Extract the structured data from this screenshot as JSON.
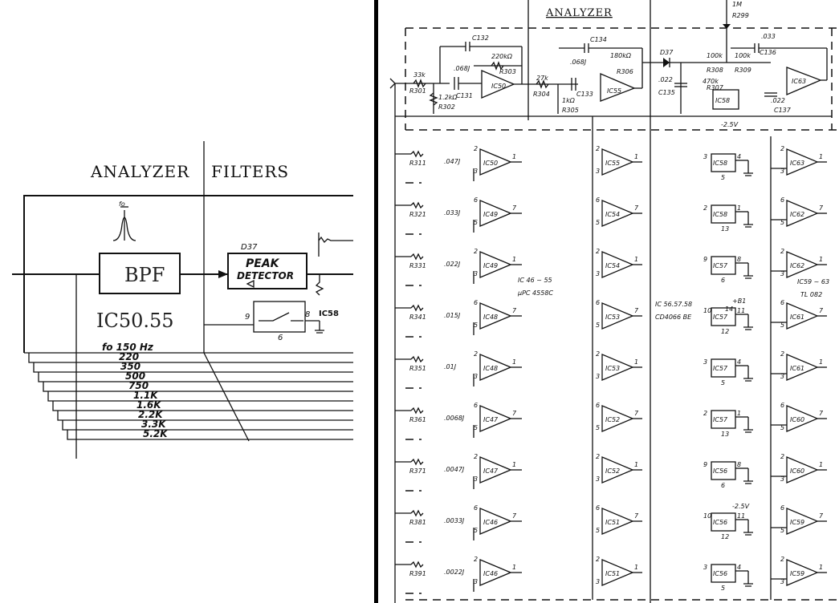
{
  "left": {
    "title_analyzer": "ANALYZER",
    "title_filters": "FILTERS",
    "fo_label": "fo",
    "bpf_label": "BPF",
    "peak_label_1": "PEAK",
    "peak_label_2": "DETECTOR",
    "d37": "D37",
    "ic_label": "IC50.55",
    "ic58": "IC58",
    "pin9": "9",
    "pin8": "8",
    "pin6": "6",
    "freqs": [
      "fo 150 Hz",
      "220",
      "350",
      "500",
      "750",
      "1.1K",
      "1.6K",
      "2.2K",
      "3.3K",
      "5.2K"
    ]
  },
  "right": {
    "title": "ANALYZER",
    "r299": "R299",
    "one_m": "1M",
    "top": {
      "c132": "C132",
      "c131": "C131",
      "r301": "R301",
      "r301v": "33k",
      "r302": "R302",
      "r302v": "1.2kΩ",
      "c131v": ".068J",
      "r303": "R303",
      "r303v": "220kΩ",
      "ic50": "IC50",
      "r304": "R304",
      "r304v": "27k",
      "r305": "R305",
      "r305v": "1kΩ",
      "c133": "C133",
      "c134": "C134",
      "c133v": ".068J",
      "r306": "R306",
      "r306v": "180kΩ",
      "ic55": "IC55",
      "d37": "D37",
      "c135": "C135",
      "c135v": ".022",
      "r307": "R307",
      "r307v": "470k",
      "r308": "R308",
      "r308v": "100k",
      "r309": "R309",
      "r309v": "100k",
      "c136": "C136",
      "c136v": ".033",
      "c137": "C137",
      "c137v": ".022",
      "ic58": "IC58",
      "ic63": "IC63",
      "neg": "-2.5V"
    },
    "rows": [
      {
        "r": "R311",
        "c": ".047J",
        "ic": "IC50",
        "p1": "2",
        "p2": "3",
        "po": "1"
      },
      {
        "r": "R321",
        "c": ".033J",
        "ic": "IC49",
        "p1": "6",
        "p2": "5",
        "po": "7"
      },
      {
        "r": "R331",
        "c": ".022J",
        "ic": "IC49",
        "p1": "2",
        "p2": "3",
        "po": "1"
      },
      {
        "r": "R341",
        "c": ".015J",
        "ic": "IC48",
        "p1": "6",
        "p2": "5",
        "po": "7"
      },
      {
        "r": "R351",
        "c": ".01J",
        "ic": "IC48",
        "p1": "2",
        "p2": "3",
        "po": "1"
      },
      {
        "r": "R361",
        "c": ".0068J",
        "ic": "IC47",
        "p1": "6",
        "p2": "5",
        "po": "7"
      },
      {
        "r": "R371",
        "c": ".0047J",
        "ic": "IC47",
        "p1": "2",
        "p2": "3",
        "po": "1"
      },
      {
        "r": "R381",
        "c": ".0033J",
        "ic": "IC46",
        "p1": "6",
        "p2": "5",
        "po": "7"
      },
      {
        "r": "R391",
        "c": ".0022J",
        "ic": "IC46",
        "p1": "2",
        "p2": "3",
        "po": "1"
      }
    ],
    "col2": [
      {
        "ic": "IC55",
        "p1": "2",
        "p2": "3",
        "po": "1"
      },
      {
        "ic": "IC54",
        "p1": "6",
        "p2": "5",
        "po": "7"
      },
      {
        "ic": "IC54",
        "p1": "2",
        "p2": "3",
        "po": "1"
      },
      {
        "ic": "IC53",
        "p1": "6",
        "p2": "5",
        "po": "7"
      },
      {
        "ic": "IC53",
        "p1": "2",
        "p2": "3",
        "po": "1"
      },
      {
        "ic": "IC52",
        "p1": "6",
        "p2": "5",
        "po": "7"
      },
      {
        "ic": "IC52",
        "p1": "2",
        "p2": "3",
        "po": "1"
      },
      {
        "ic": "IC51",
        "p1": "6",
        "p2": "5",
        "po": "7"
      },
      {
        "ic": "IC51",
        "p1": "2",
        "p2": "3",
        "po": "1"
      }
    ],
    "col3": [
      {
        "ic": "IC58",
        "pa": "3",
        "pb": "4",
        "pc": "5"
      },
      {
        "ic": "IC58",
        "pa": "2",
        "pb": "1",
        "pc": "13"
      },
      {
        "ic": "IC57",
        "pa": "9",
        "pb": "8",
        "pc": "6"
      },
      {
        "ic": "IC57",
        "pa": "10",
        "pb": "11",
        "pc": "12"
      },
      {
        "ic": "IC57",
        "pa": "3",
        "pb": "4",
        "pc": "5"
      },
      {
        "ic": "IC57",
        "pa": "2",
        "pb": "1",
        "pc": "13"
      },
      {
        "ic": "IC56",
        "pa": "9",
        "pb": "8",
        "pc": "6"
      },
      {
        "ic": "IC56",
        "pa": "10",
        "pb": "11",
        "pc": "12"
      },
      {
        "ic": "IC56",
        "pa": "3",
        "pb": "4",
        "pc": "5"
      }
    ],
    "col4": [
      {
        "ic": "IC63",
        "p1": "2",
        "p2": "3",
        "po": "1"
      },
      {
        "ic": "IC62",
        "p1": "6",
        "p2": "5",
        "po": "7"
      },
      {
        "ic": "IC62",
        "p1": "2",
        "p2": "3",
        "po": "1"
      },
      {
        "ic": "IC61",
        "p1": "6",
        "p2": "5",
        "po": "7"
      },
      {
        "ic": "IC61",
        "p1": "2",
        "p2": "3",
        "po": "1"
      },
      {
        "ic": "IC60",
        "p1": "6",
        "p2": "5",
        "po": "7"
      },
      {
        "ic": "IC60",
        "p1": "2",
        "p2": "3",
        "po": "1"
      },
      {
        "ic": "IC59",
        "p1": "6",
        "p2": "5",
        "po": "7"
      },
      {
        "ic": "IC59",
        "p1": "2",
        "p2": "3",
        "po": "1"
      }
    ],
    "note1a": "IC 46 ~ 55",
    "note1b": "μPC 4558C",
    "note2a": "IC 56.57.58",
    "note2b": "CD4066 BE",
    "b1": "+B1",
    "pin14": "14",
    "note3a": "IC59 ~ 63",
    "note3b": "TL 082",
    "neg2": "-2.5V"
  }
}
